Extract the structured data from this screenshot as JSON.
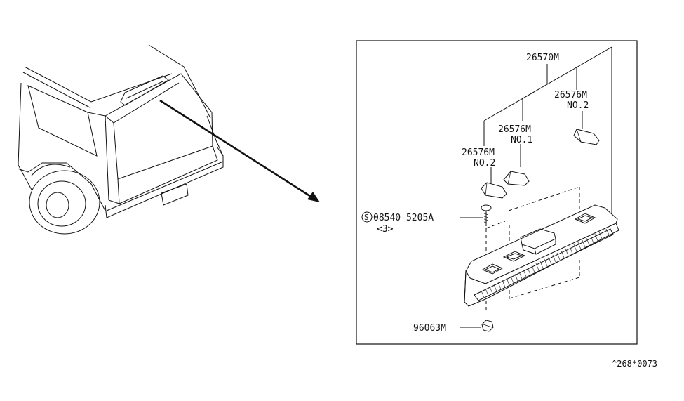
{
  "callouts": {
    "lamp_assembly": "26570M",
    "lens_upper_no2": "26576M",
    "lens_upper_no2_sub": "NO.2",
    "lens_no1": "26576M",
    "lens_no1_sub": "NO.1",
    "lens_lower_no2": "26576M",
    "lens_lower_no2_sub": "NO.2",
    "screw": "08540-5205A",
    "screw_qty": "<3>",
    "screw_symbol": "S",
    "clip": "96063M"
  },
  "diagram_code": "^268*0073"
}
